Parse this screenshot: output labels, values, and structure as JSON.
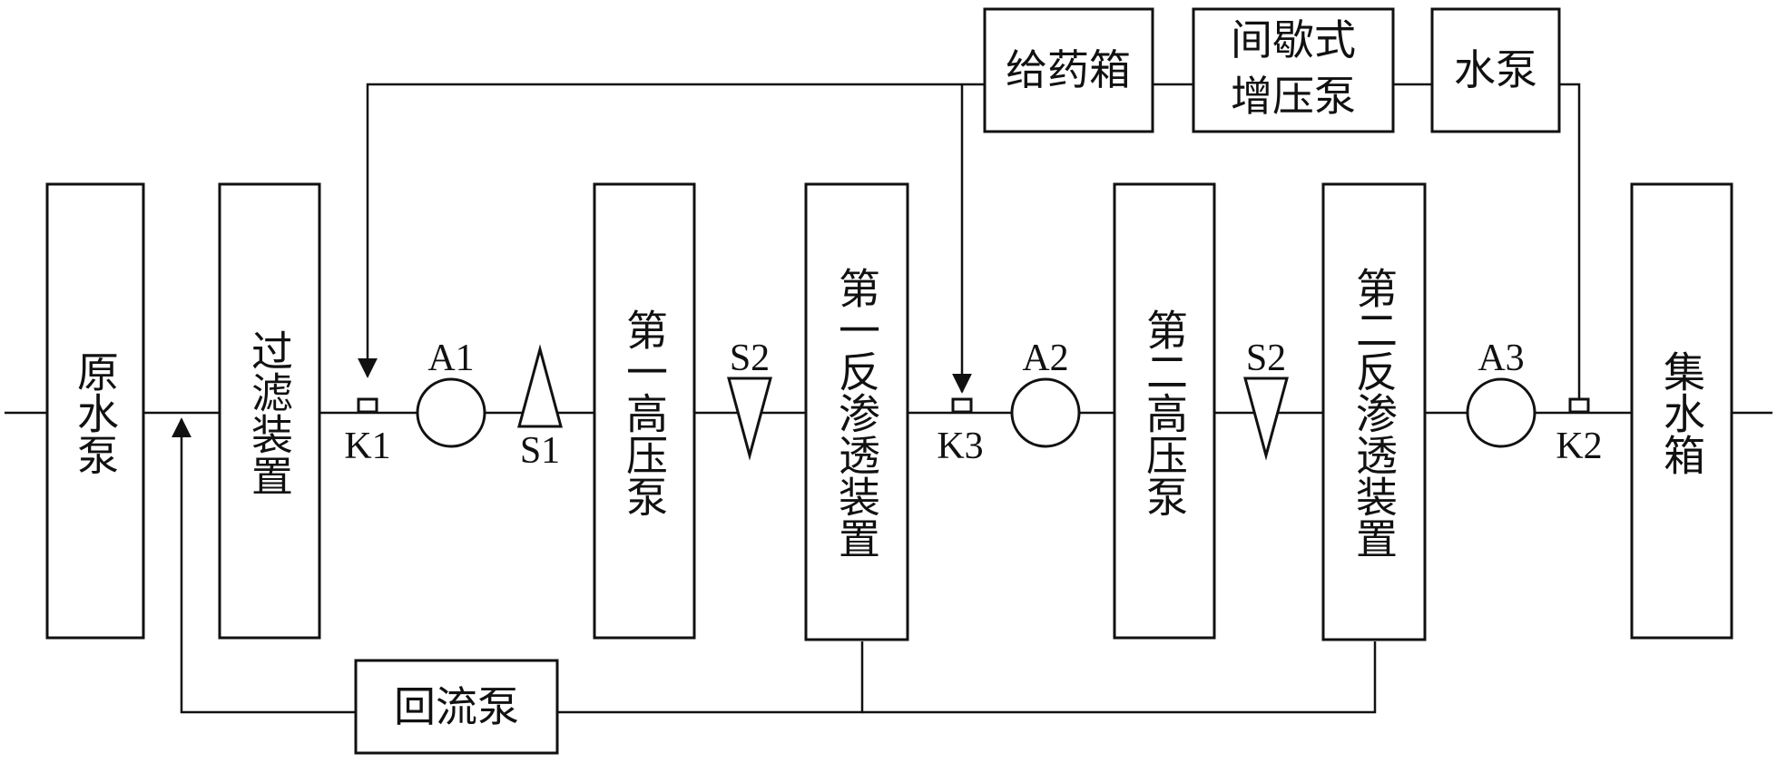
{
  "boxes": {
    "raw_water_pump": "原水泵",
    "filter": "过滤装置",
    "hp_pump_1": "第一高压泵",
    "ro_1": "第一反渗透装置",
    "hp_pump_2": "第二高压泵",
    "ro_2": "第二反渗透装置",
    "collection_tank": "集水箱",
    "dosing_tank": "给药箱",
    "booster_pump": "间歇式增压泵",
    "water_pump": "水泵",
    "reflux_pump": "回流泵"
  },
  "labels": {
    "k1": "K1",
    "k2": "K2",
    "k3": "K3",
    "a1": "A1",
    "a2": "A2",
    "a3": "A3",
    "s1": "S1",
    "s2_first": "S2",
    "s2_second": "S2"
  }
}
